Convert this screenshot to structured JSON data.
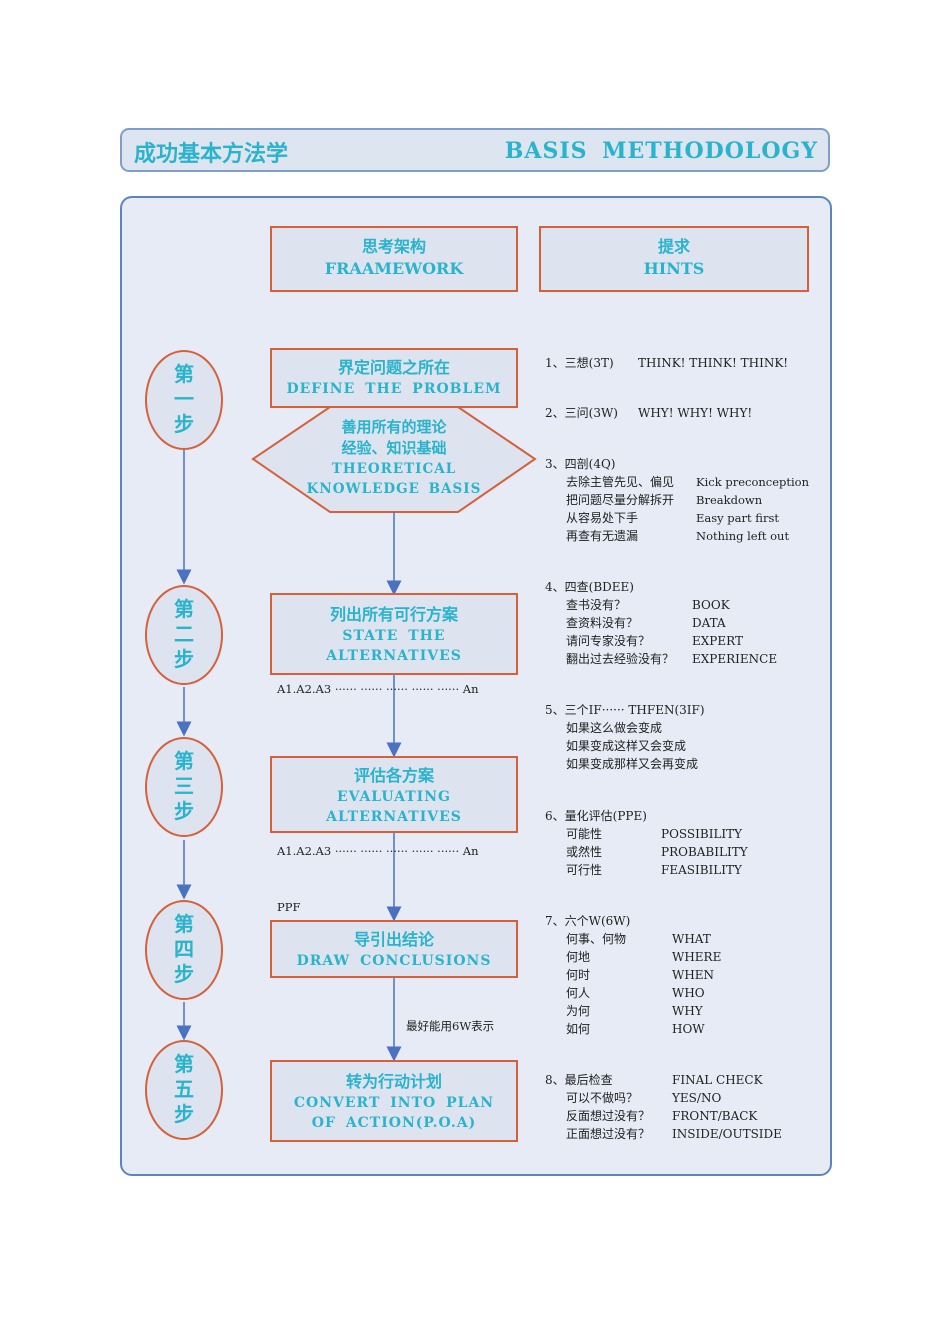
{
  "header": {
    "title_cn": "成功基本方法学",
    "title_en": "BASIS  METHODOLOGY"
  },
  "columns": {
    "framework": {
      "cn": "思考架构",
      "en": "FRAAMEWORK"
    },
    "hints": {
      "cn": "提求",
      "en": "HINTS"
    }
  },
  "steps": [
    {
      "chars": [
        "第",
        "一",
        "步"
      ]
    },
    {
      "chars": [
        "第",
        "二",
        "步"
      ]
    },
    {
      "chars": [
        "第",
        "三",
        "步"
      ]
    },
    {
      "chars": [
        "第",
        "四",
        "步"
      ]
    },
    {
      "chars": [
        "第",
        "五",
        "步"
      ]
    }
  ],
  "boxes": {
    "define": {
      "cn": "界定问题之所在",
      "en": "DEFINE  THE  PROBLEM"
    },
    "theory": {
      "cn1": "善用所有的理论",
      "cn2": "经验、知识基础",
      "en1": "THEORETICAL",
      "en2": "KNOWLEDGE  BASIS"
    },
    "state": {
      "cn": "列出所有可行方案",
      "en1": "STATE  THE",
      "en2": "ALTERNATIVES"
    },
    "evaluate": {
      "cn": "评估各方案",
      "en1": "EVALUATING",
      "en2": "ALTERNATIVES"
    },
    "draw": {
      "cn": "导引出结论",
      "en": "DRAW  CONCLUSIONS"
    },
    "convert": {
      "cn": "转为行动计划",
      "en1": "CONVERT  INTO  PLAN",
      "en2": "OF  ACTION(P.O.A)"
    }
  },
  "annotations": {
    "alt_list_1": "A1.A2.A3 ······ ······ ······ ······ ······ An",
    "alt_list_2": "A1.A2.A3 ······ ······ ······ ······ ······ An",
    "ppf": "PPF",
    "six_w_note": "最好能用6W表示"
  },
  "hints": {
    "h1": {
      "label": "1、三想(3T)",
      "value": "THINK!  THINK! THINK!"
    },
    "h2": {
      "label": "2、三问(3W)",
      "value": "WHY!  WHY!  WHY!"
    },
    "h3": {
      "label": "3、四剖(4Q)",
      "rows": [
        [
          "去除主管先见、偏见",
          "Kick preconception"
        ],
        [
          "把问题尽量分解拆开",
          "Breakdown"
        ],
        [
          "从容易处下手",
          "Easy  part  first"
        ],
        [
          "再查有无遗漏",
          "Nothing  left  out"
        ]
      ]
    },
    "h4": {
      "label": "4、四查(BDEE)",
      "rows": [
        [
          "查书没有？",
          "BOOK"
        ],
        [
          "查资料没有？",
          "DATA"
        ],
        [
          "请问专家没有？",
          "EXPERT"
        ],
        [
          "翻出过去经验没有？",
          "EXPERIENCE"
        ]
      ]
    },
    "h5": {
      "label": "5、三个IF······ THFEN(3IF)",
      "rows": [
        "如果这么做会变成",
        "如果变成这样又会变成",
        "如果变成那样又会再变成"
      ]
    },
    "h6": {
      "label": "6、量化评估(PPE)",
      "rows": [
        [
          "可能性",
          "POSSIBILITY"
        ],
        [
          "或然性",
          "PROBABILITY"
        ],
        [
          "可行性",
          "FEASIBILITY"
        ]
      ]
    },
    "h7": {
      "label": "7、六个W(6W)",
      "rows": [
        [
          "何事、何物",
          "WHAT"
        ],
        [
          "何地",
          "WHERE"
        ],
        [
          "何时",
          "WHEN"
        ],
        [
          "何人",
          "WHO"
        ],
        [
          "为何",
          "WHY"
        ],
        [
          "如何",
          "HOW"
        ]
      ]
    },
    "h8": {
      "label": "8、最后检查",
      "label_value": "FINAL  CHECK",
      "rows": [
        [
          "可以不做吗？",
          "YES/NO"
        ],
        [
          "反面想过没有？",
          "FRONT/BACK"
        ],
        [
          "正面想过没有？",
          "INSIDE/OUTSIDE"
        ]
      ]
    }
  },
  "colors": {
    "accent_text": "#2ab3cc",
    "border_red": "#d5603a",
    "arrow_blue": "#4a72c0",
    "panel_border": "#5e84bd"
  }
}
